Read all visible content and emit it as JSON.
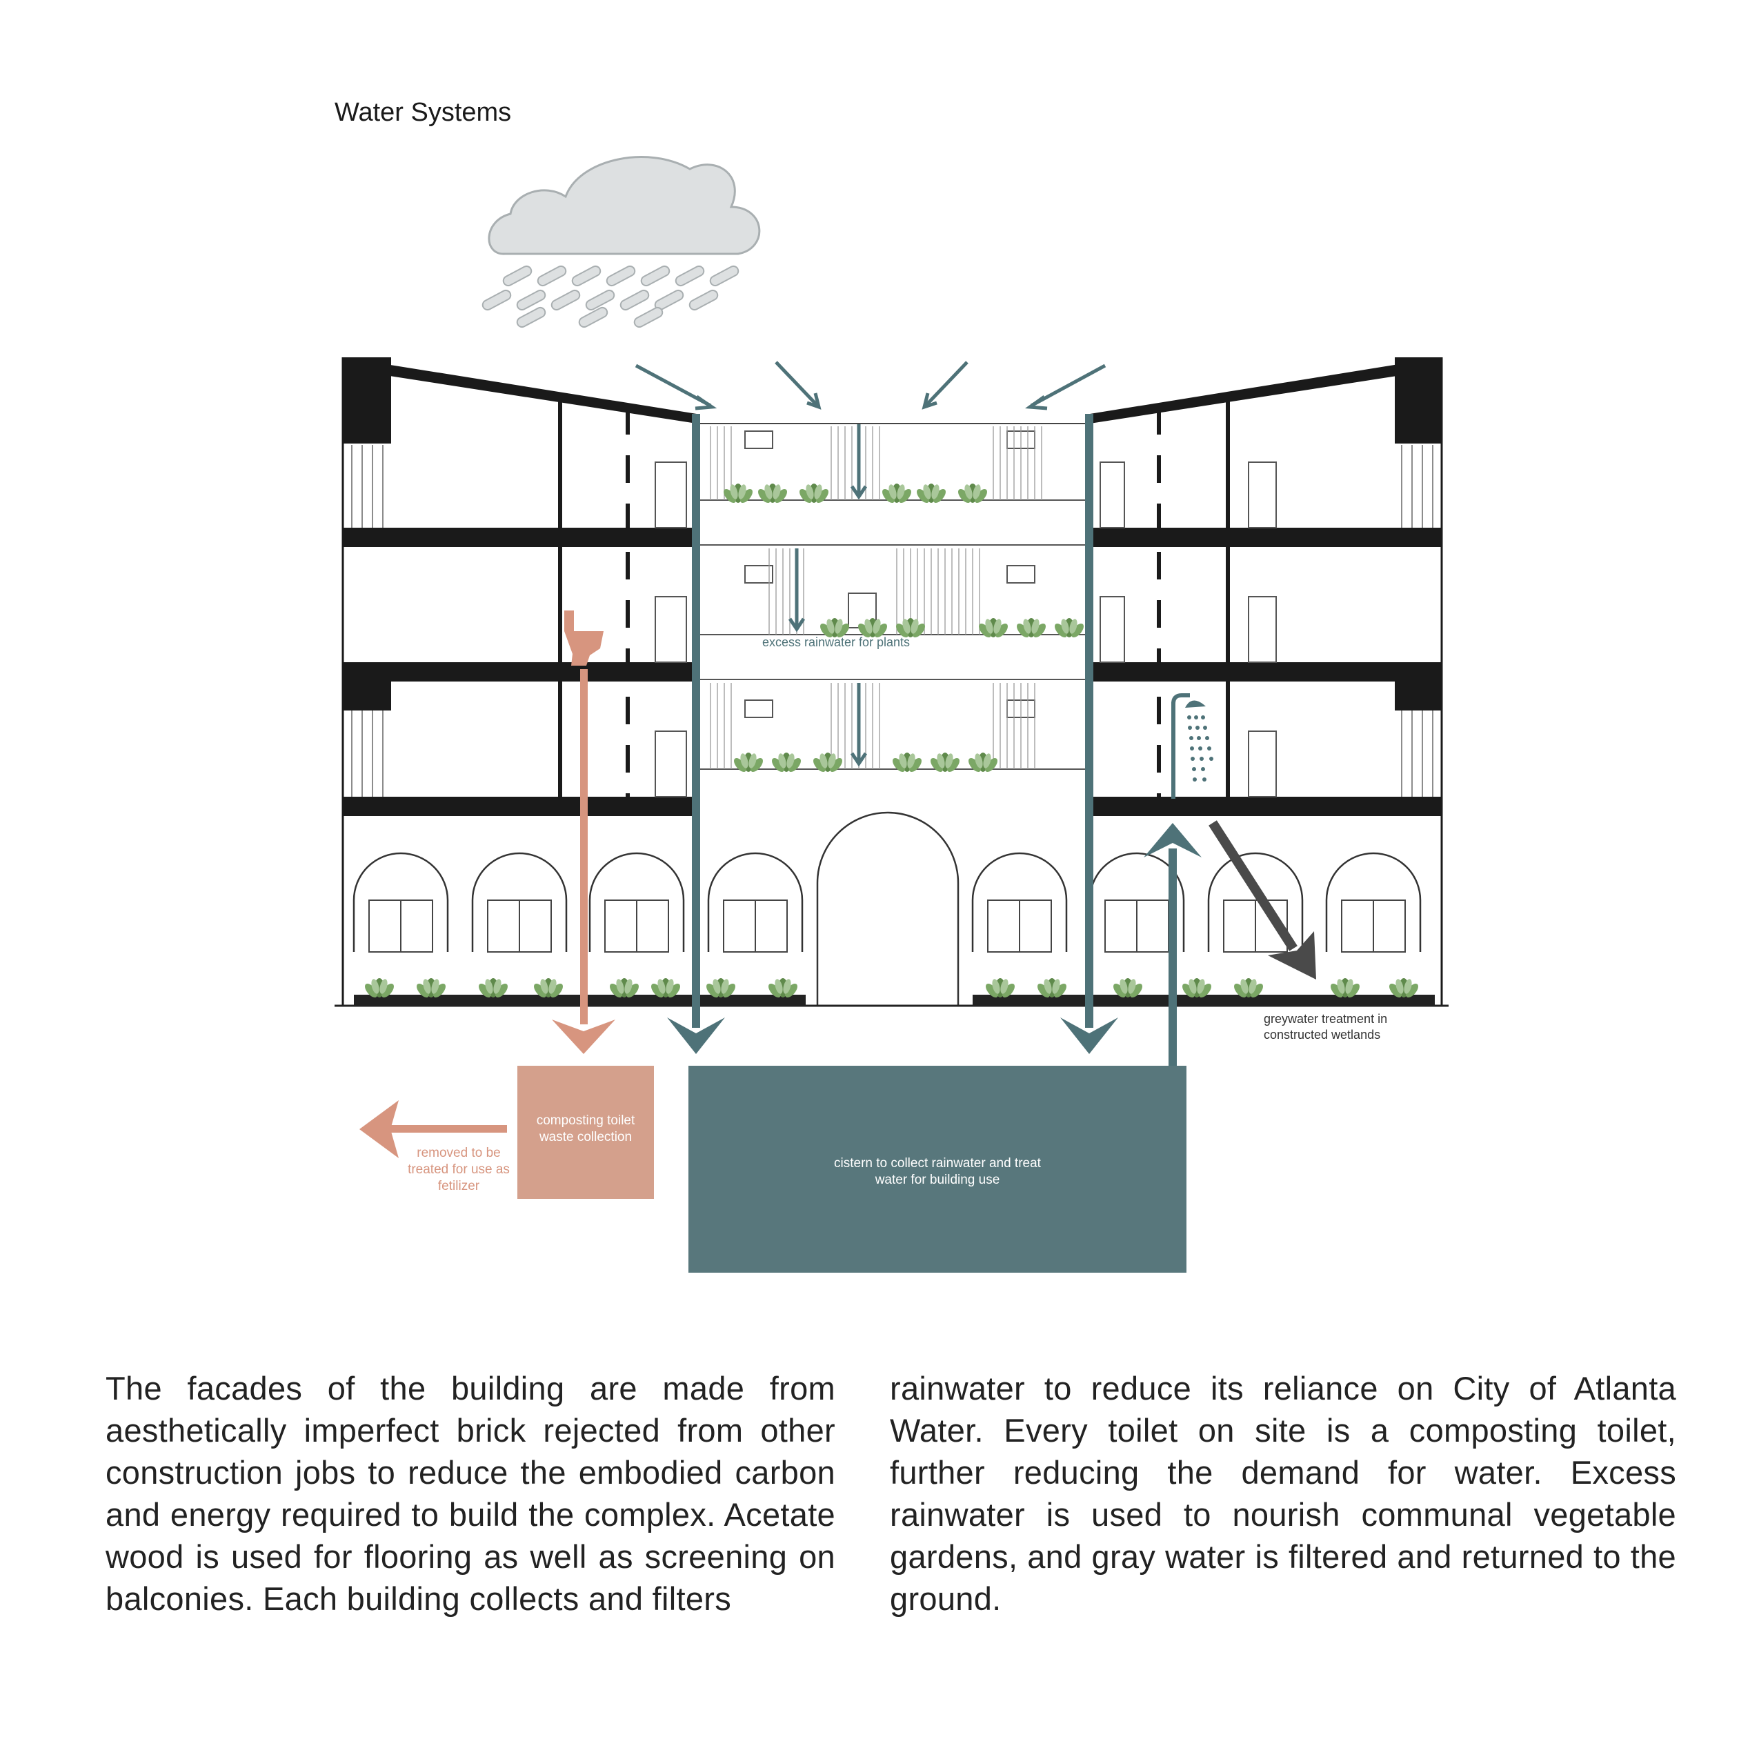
{
  "page": {
    "title": "Water Systems"
  },
  "diagram": {
    "labels": {
      "excess_rainwater": "excess rainwater for plants",
      "greywater_line1": "greywater treatment in",
      "greywater_line2": "constructed wetlands",
      "compost_line1": "composting toilet",
      "compost_line2": "waste collection",
      "removed_line1": "removed to be",
      "removed_line2": "treated for use as",
      "removed_line3": "fetilizer",
      "cistern_line1": "cistern to collect rainwater and treat",
      "cistern_line2": "water for building use"
    },
    "colors": {
      "rain_teal": "#4e7278",
      "cistern_fill": "#58777c",
      "compost_fill": "#d4a08c",
      "compost_arrow": "#d7957f",
      "greywater_arrow": "#4a4a4a",
      "structure": "#1a1a1a",
      "cloud_fill": "#dde0e1",
      "plant_green": "#6f9a57"
    },
    "icons": [
      "cloud-icon",
      "rain-icon",
      "toilet-icon",
      "shower-icon",
      "plant-icon"
    ]
  },
  "body": {
    "left_column": "The facades of the building are made from aesthetically imperfect brick rejected from other construction jobs to reduce the embodied carbon and energy required to build the complex. Acetate wood is used for flooring as well as screening on balconies. Each building collects and filters",
    "right_column": "rainwater to reduce its reliance on City of Atlanta Water. Every toilet on site is a composting toilet, further reducing the demand for water. Excess rainwater is used to nourish communal vegetable gardens, and gray water is filtered and returned to the ground."
  }
}
